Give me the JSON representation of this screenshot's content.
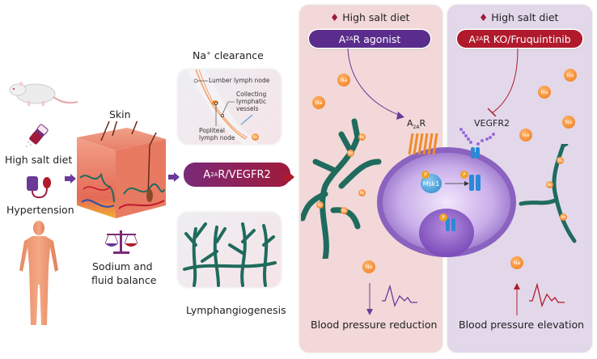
{
  "left_column": {
    "high_salt_diet_label": "High salt diet",
    "hypertension_label": "Hypertension",
    "icons": [
      "rat-icon",
      "salt-shaker-icon",
      "blood-pressure-cuff-icon",
      "human-body-icon"
    ]
  },
  "skin_section": {
    "skin_label": "Skin",
    "balance_label_line1": "Sodium and",
    "balance_label_line2": "fluid balance"
  },
  "clearance_section": {
    "title_main": "Na",
    "title_sup": "+",
    "title_rest": " clearance",
    "annotations": {
      "lumbar": "Lumber lymph node",
      "collecting_line1": "Collecting",
      "collecting_line2": "lymphatic",
      "collecting_line3": "vessels",
      "popliteal_line1": "Popliteal",
      "popliteal_line2": "lymph node",
      "na": "Na"
    }
  },
  "center_box": {
    "prefix": "A",
    "sub": "2A",
    "suffix": "R/VEGFR2"
  },
  "lymphangiogenesis_label": "Lymphangiogenesis",
  "left_panel": {
    "header": "High salt diet",
    "pill_prefix": "A",
    "pill_sub": "2A",
    "pill_suffix": "R agonist",
    "pill_color": "#5a2d8c",
    "receptor_prefix": "A",
    "receptor_sub": "2A",
    "receptor_suffix": "R",
    "kinase_label": "Msk1",
    "phospho_label": "P",
    "na_label": "Na",
    "outcome": "Blood pressure reduction",
    "accent": "#6a3a98"
  },
  "right_panel": {
    "header": "High salt diet",
    "pill_prefix": "A",
    "pill_sub": "2A",
    "pill_suffix": "R KO/Fruquintinib",
    "pill_color": "#b01a2c",
    "receptor_label": "VEGFR2",
    "phospho_label": "P",
    "na_label": "Na",
    "outcome": "Blood pressure elevation",
    "accent": "#b01a2c"
  },
  "colors": {
    "lymph_green": "#1f6b5e",
    "na_orange": "#f08a2a",
    "cell_purple": "#8a62c0",
    "left_panel_bg": "#f2d8d8",
    "right_panel_bg": "#e2d8ea"
  }
}
